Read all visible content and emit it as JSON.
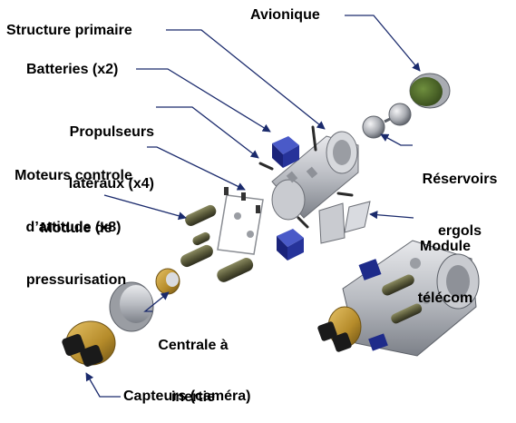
{
  "labels": {
    "avionique": "Avionique",
    "structure_primaire": "Structure primaire",
    "batteries": "Batteries (x2)",
    "propulseurs_line1": "Propulseurs",
    "propulseurs_line2": "latéraux (x4)",
    "moteurs_line1": "Moteurs controle",
    "moteurs_line2": "d’attitude (x8)",
    "reservoirs_line1": "Réservoirs",
    "reservoirs_line2": "ergols",
    "module_press_line1": "Module de",
    "module_press_line2": "pressurisation",
    "module_telecom_line1": "Module",
    "module_telecom_line2": "télécom",
    "centrale_line1": "Centrale à",
    "centrale_line2": "inertie",
    "capteurs": "Capteurs (caméra)"
  },
  "colors": {
    "leader_line": "#1a2a6c",
    "structure_metal": "#b9bcc2",
    "tank_olive": "#5a5a3a",
    "battery_blue": "#1e2b8a",
    "avionics_green": "#4e6b2a",
    "camera_gold": "#b58b2a",
    "lens_black": "#1a1a1a"
  }
}
